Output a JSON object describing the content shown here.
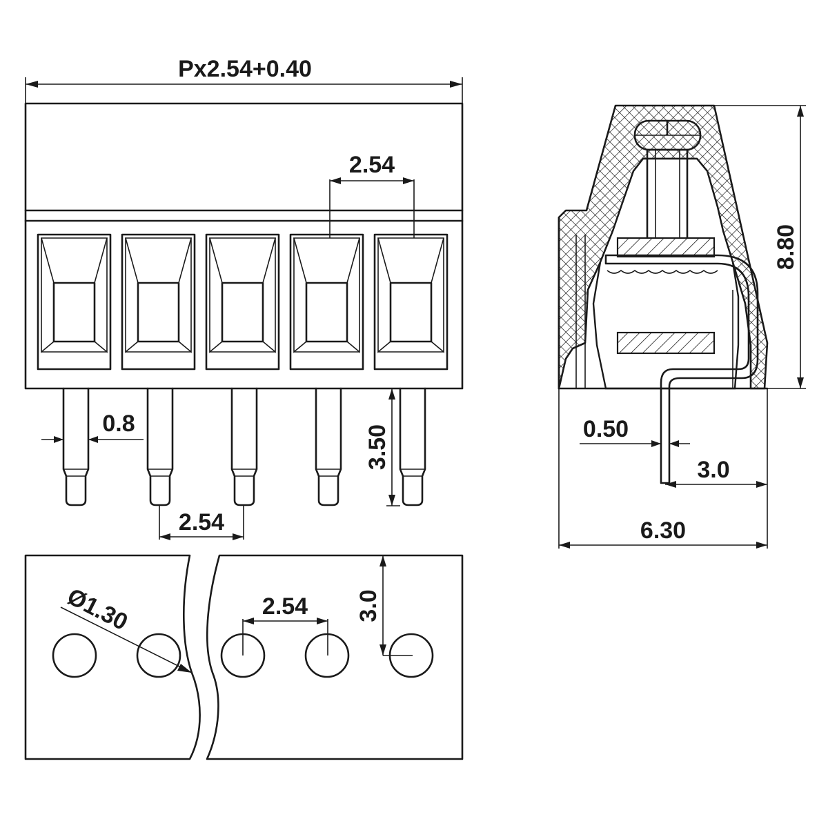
{
  "dimensions": {
    "overall_width": "Px2.54+0.40",
    "pitch_top": "2.54",
    "pin_width": "0.8",
    "pin_length": "3.50",
    "pitch_bottom": "2.54",
    "height_side": "8.80",
    "pin_thickness": "0.50",
    "pin_offset": "3.0",
    "depth_side": "6.30",
    "hole_diameter": "Ø1.30",
    "pitch_holes": "2.54",
    "hole_offset": "3.0"
  },
  "front_view": {
    "positions": 5
  },
  "pcb_layout": {
    "holes": 5
  }
}
